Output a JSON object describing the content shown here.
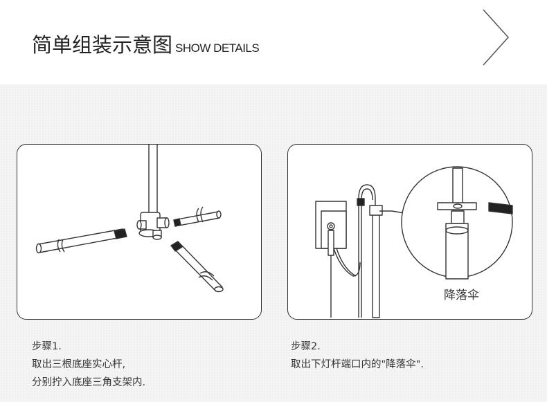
{
  "header": {
    "title": "简单组装示意图",
    "subtitle": "SHOW DETAILS",
    "next_icon": "chevron-right-icon"
  },
  "step1": {
    "lines": [
      "步骤1.",
      "取出三根底座实心杆,",
      "分别拧入底座三角支架内."
    ]
  },
  "step2": {
    "zoom_label": "降落伞",
    "lines": [
      "步骤2.",
      "取出下灯杆端口内的\"降落伞\"."
    ]
  },
  "colors": {
    "background": "#f4f4f4",
    "panel_border": "#2e2e2e",
    "text": "#333333"
  }
}
